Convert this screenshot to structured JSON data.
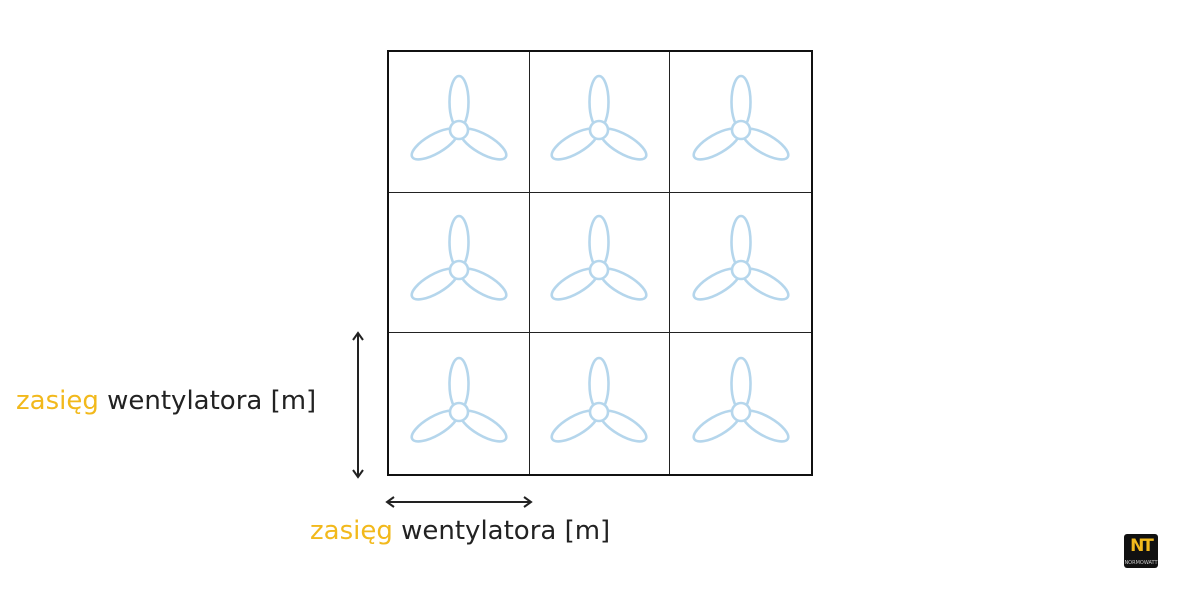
{
  "diagram": {
    "grid": {
      "rows": 3,
      "cols": 3,
      "cell_icon": "fan-icon",
      "fan_color": "#b5d6ec",
      "line_color": "#111111"
    },
    "vertical_dimension": {
      "highlight": "zasięg",
      "rest": " wentylatora [m]"
    },
    "horizontal_dimension": {
      "highlight": "zasięg",
      "rest": " wentylatora [m]"
    },
    "highlight_color": "#f2b91c"
  },
  "logo": {
    "mark": "NT",
    "text": "NORMOWATT"
  }
}
